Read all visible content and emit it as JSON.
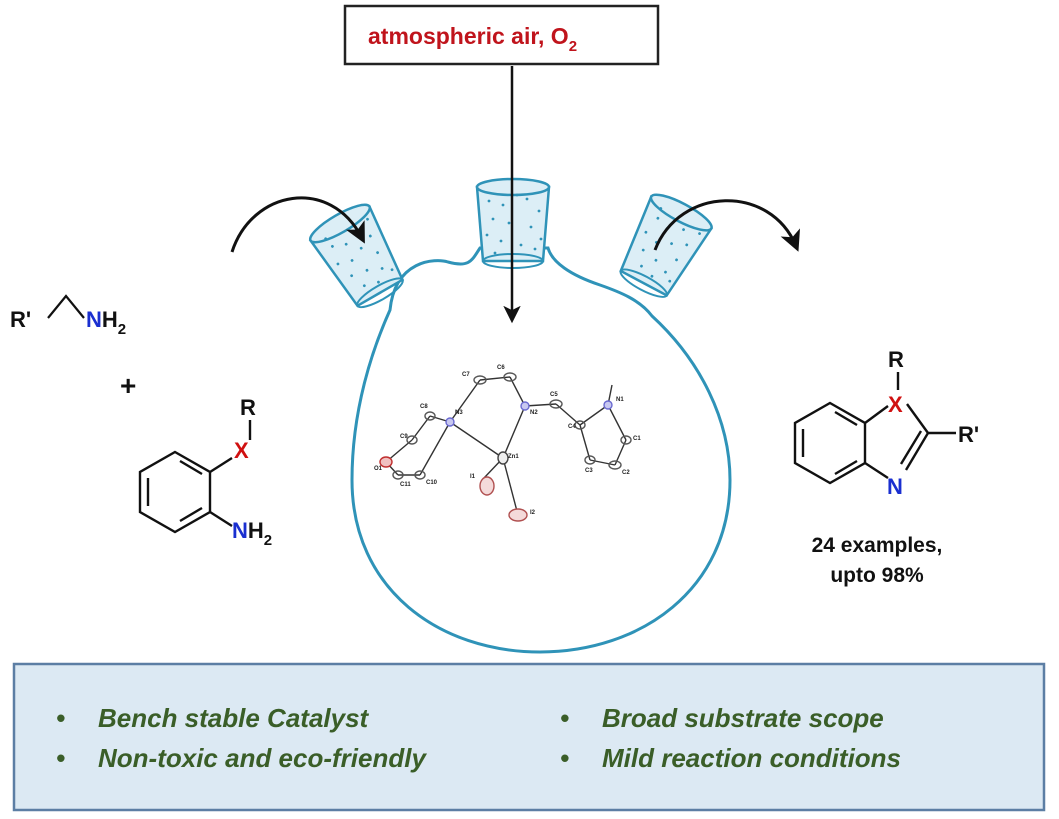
{
  "header": {
    "text": "atmospheric air, O",
    "subscript": "2",
    "color": "#c0141c"
  },
  "reactants": {
    "amine_prefix": "R'",
    "amine_n": "N",
    "amine_h": "H",
    "amine_sub": "2",
    "plus": "+",
    "aniline_r": "R",
    "aniline_x": "X",
    "aniline_n": "N",
    "aniline_h": "H",
    "aniline_sub": "2"
  },
  "product": {
    "r": "R",
    "x": "X",
    "r_prime": "R'",
    "n": "N",
    "examples_line1": "24 examples,",
    "examples_line2": "upto 98%"
  },
  "catalyst_atoms": {
    "c7": "C7",
    "c6": "C6",
    "c5": "C5",
    "n3": "N3",
    "n2": "N2",
    "n1": "N1",
    "c4": "C4",
    "c1": "C1",
    "c2": "C2",
    "c3": "C3",
    "zn1": "Zn1",
    "i1": "I1",
    "i2": "I2",
    "c8": "C8",
    "c9": "C9",
    "c10": "C10",
    "c11": "C11",
    "o1": "O1"
  },
  "features": {
    "bullet": "•",
    "left": [
      "Bench stable Catalyst",
      "Non-toxic and eco-friendly"
    ],
    "right": [
      "Broad substrate scope",
      "Mild reaction conditions"
    ]
  },
  "colors": {
    "flask": "#2f93b8",
    "stopper_fill": "#dceef6",
    "heteroatom_x": "#d01010",
    "nitrogen": "#1a2fd0",
    "feature_text": "#3a5e28",
    "panel_fill": "#dce9f3",
    "panel_border": "#5c7ea4",
    "header_border": "#222222"
  }
}
